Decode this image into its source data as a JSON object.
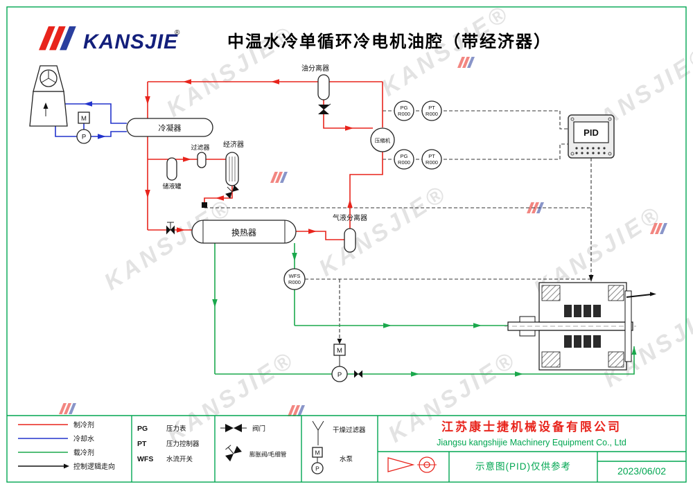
{
  "colors": {
    "refrigerant": "#e8241c",
    "cooling_water": "#2233cc",
    "coolant": "#1aa84c",
    "control_logic": "#222222",
    "frame_green": "#00a651",
    "brand_blue": "#131f7b"
  },
  "title": "中温水冷单循环冷电机油腔（带经济器）",
  "logo": {
    "text": "KANSJIE",
    "reg": "®"
  },
  "watermark": {
    "text": "KANSJIE®"
  },
  "diagram": {
    "labels": {
      "oil_separator": "油分离器",
      "condenser": "冷凝器",
      "filter": "过滤器",
      "economizer": "经济器",
      "receiver": "储液罐",
      "heat_exchanger": "换热器",
      "gas_liquid_separator": "气液分离器",
      "compressor": "压缩机",
      "pid": "PID",
      "motor": "M",
      "pump": "P"
    },
    "instruments": {
      "pg": "PG",
      "pt": "PT",
      "wfs": "WFS",
      "tag": "R000"
    }
  },
  "legend": {
    "flow_lines": [
      {
        "label": "制冷剂"
      },
      {
        "label": "冷却水"
      },
      {
        "label": "载冷剂"
      },
      {
        "label": "控制逻辑走向"
      }
    ],
    "instruments": [
      {
        "abbr": "PG",
        "name": "压力表"
      },
      {
        "abbr": "PT",
        "name": "压力控制器"
      },
      {
        "abbr": "WFS",
        "name": "水流开关"
      }
    ],
    "valve": "阀门",
    "expansion_valve": "膨胀阀/毛细管",
    "dry_filter": "干燥过滤器",
    "water_pump": "水泵"
  },
  "titleblock": {
    "company_cn": "江苏康士捷机械设备有限公司",
    "company_en": "Jiangsu kangshijie Machinery Equipment Co., Ltd",
    "note": "示意图(PID)仅供参考",
    "date": "2023/06/02"
  }
}
